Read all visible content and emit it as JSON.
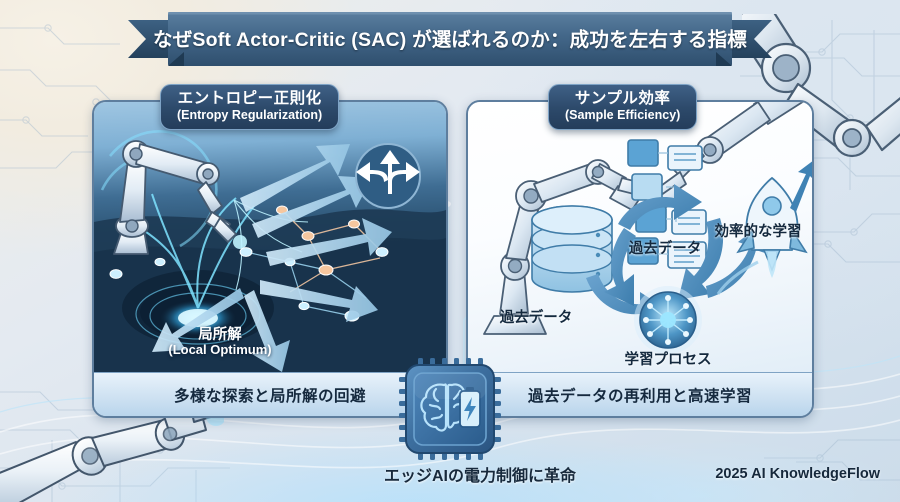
{
  "banner": {
    "title": "なぜSoft Actor-Critic (SAC) が選ばれるのか：成功を左右する指標"
  },
  "panels": {
    "left": {
      "badge_jp": "エントロピー正則化",
      "badge_en": "(Entropy Regularization)",
      "caption": "多様な探索と局所解の回避",
      "labels": {
        "local_optimum_jp": "局所解",
        "local_optimum_en": "(Local Optimum)"
      },
      "icons": {
        "branching_arrows": "branching-arrows-icon",
        "robot_arm": "robot-arm-icon",
        "network_graph": "network-graph-icon",
        "crater": "local-optimum-crater-icon"
      },
      "colors": {
        "scene_top": "#9fc6e2",
        "scene_bottom": "#16314a",
        "glow": "#7fe3ff",
        "arrow": "#b6d8ee",
        "node_accent": "#f2b486"
      }
    },
    "right": {
      "badge_jp": "サンプル効率",
      "badge_en": "(Sample Efficiency)",
      "caption": "過去データの再利用と高速学習",
      "labels": {
        "past_data_docs": "過去データ",
        "past_data_db": "過去データ",
        "efficient_learning": "効率的な学習",
        "learning_process": "学習プロセス"
      },
      "icons": {
        "robot_arm": "robot-arm-icon",
        "database": "database-icon",
        "documents": "document-stack-icon",
        "rocket": "rocket-icon",
        "neural_node": "neural-network-node-icon",
        "cycle_arrows": "cycle-arrows-icon"
      },
      "colors": {
        "scene": "#ffffff",
        "arrow": "#4d87b8",
        "accent": "#2f6d9e"
      }
    }
  },
  "chip": {
    "icon": "cpu-chip-brain-battery-icon",
    "body_color": "#2f5e8c",
    "accent": "#9fd4f5"
  },
  "footer": {
    "tagline": "エッジAIの電力制御に革命",
    "credit": "2025 AI KnowledgeFlow"
  },
  "background": {
    "robot_arm_bottom_left": "robot-arm-icon",
    "robot_arm_top_right": "robot-arm-icon",
    "circuit_traces": "circuit-trace-pattern",
    "base_color": "#e4eaf1",
    "warm_corner": "#f6f1e6"
  }
}
